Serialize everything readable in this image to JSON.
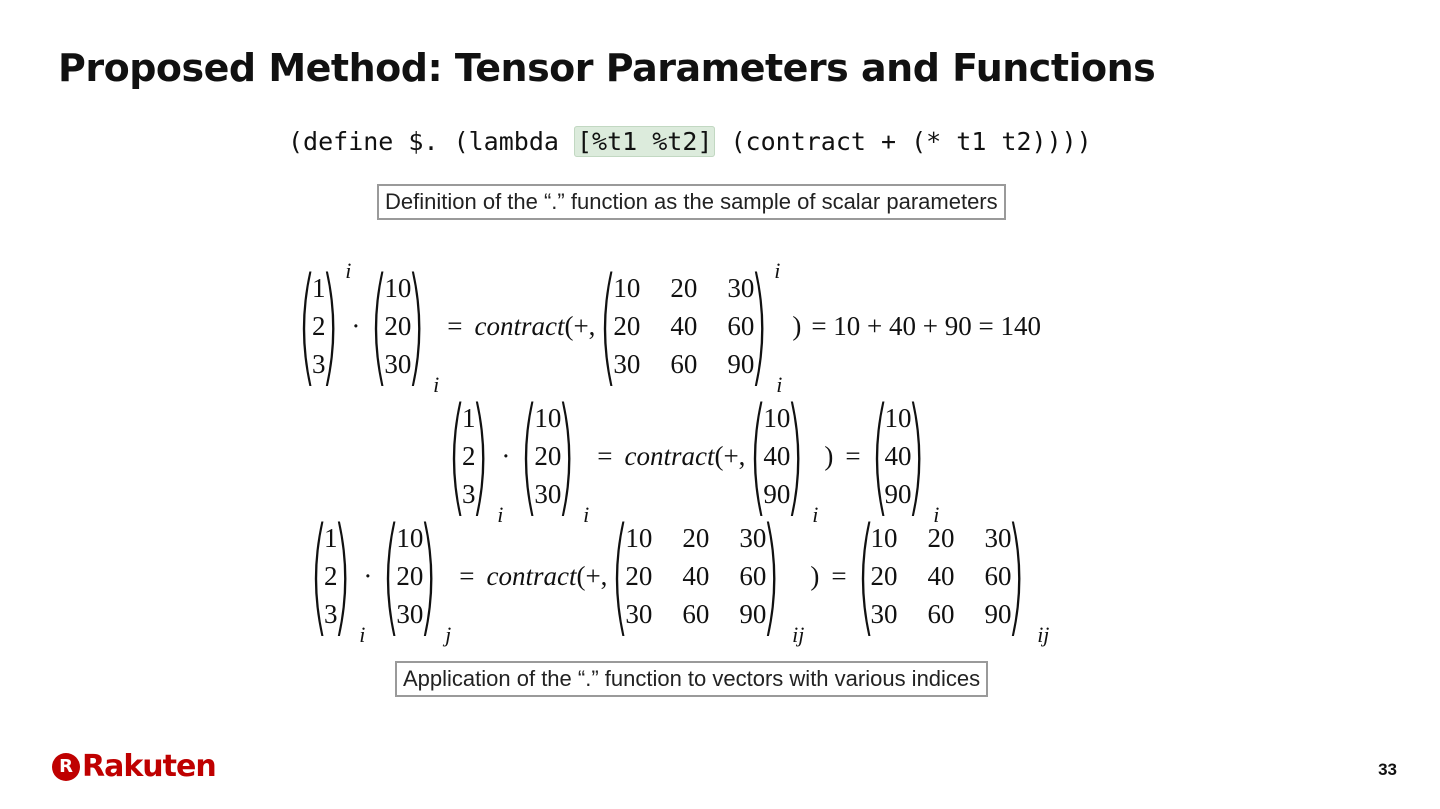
{
  "slide": {
    "title": "Proposed Method: Tensor Parameters and Functions",
    "page_number": "33"
  },
  "code": {
    "prefix": "(define $. (lambda ",
    "highlight": "[%t1 %t2]",
    "suffix": " (contract + (* t1 t2))))"
  },
  "captions": {
    "definition": "Definition of the “.” function as the sample of scalar parameters",
    "application": "Application of the “.” function to vectors with various indices"
  },
  "equations": {
    "dot": "·",
    "equals": "=",
    "contract_label": "contract",
    "contract_args": "(+,",
    "close_paren": ")",
    "eq1": {
      "v1": [
        "1",
        "2",
        "3"
      ],
      "v1_index": "i",
      "v2": [
        "10",
        "20",
        "30"
      ],
      "v2_index": "i",
      "m": [
        [
          "10",
          "20",
          "30"
        ],
        [
          "20",
          "40",
          "60"
        ],
        [
          "30",
          "60",
          "90"
        ]
      ],
      "m_sup": "i",
      "m_sub": "i",
      "result": "= 10 + 40 + 90 = 140"
    },
    "eq2": {
      "v1": [
        "1",
        "2",
        "3"
      ],
      "v1_index": "i",
      "v2": [
        "10",
        "20",
        "30"
      ],
      "v2_index": "i",
      "m": [
        "10",
        "40",
        "90"
      ],
      "m_index": "i",
      "r": [
        "10",
        "40",
        "90"
      ],
      "r_index": "i"
    },
    "eq3": {
      "v1": [
        "1",
        "2",
        "3"
      ],
      "v1_index": "i",
      "v2": [
        "10",
        "20",
        "30"
      ],
      "v2_index": "j",
      "m": [
        [
          "10",
          "20",
          "30"
        ],
        [
          "20",
          "40",
          "60"
        ],
        [
          "30",
          "60",
          "90"
        ]
      ],
      "m_index": "ij",
      "r": [
        [
          "10",
          "20",
          "30"
        ],
        [
          "20",
          "40",
          "60"
        ],
        [
          "30",
          "60",
          "90"
        ]
      ],
      "r_index": "ij"
    }
  },
  "logo": {
    "mark": "R",
    "text": "Rakuten",
    "color": "#bf0000"
  }
}
